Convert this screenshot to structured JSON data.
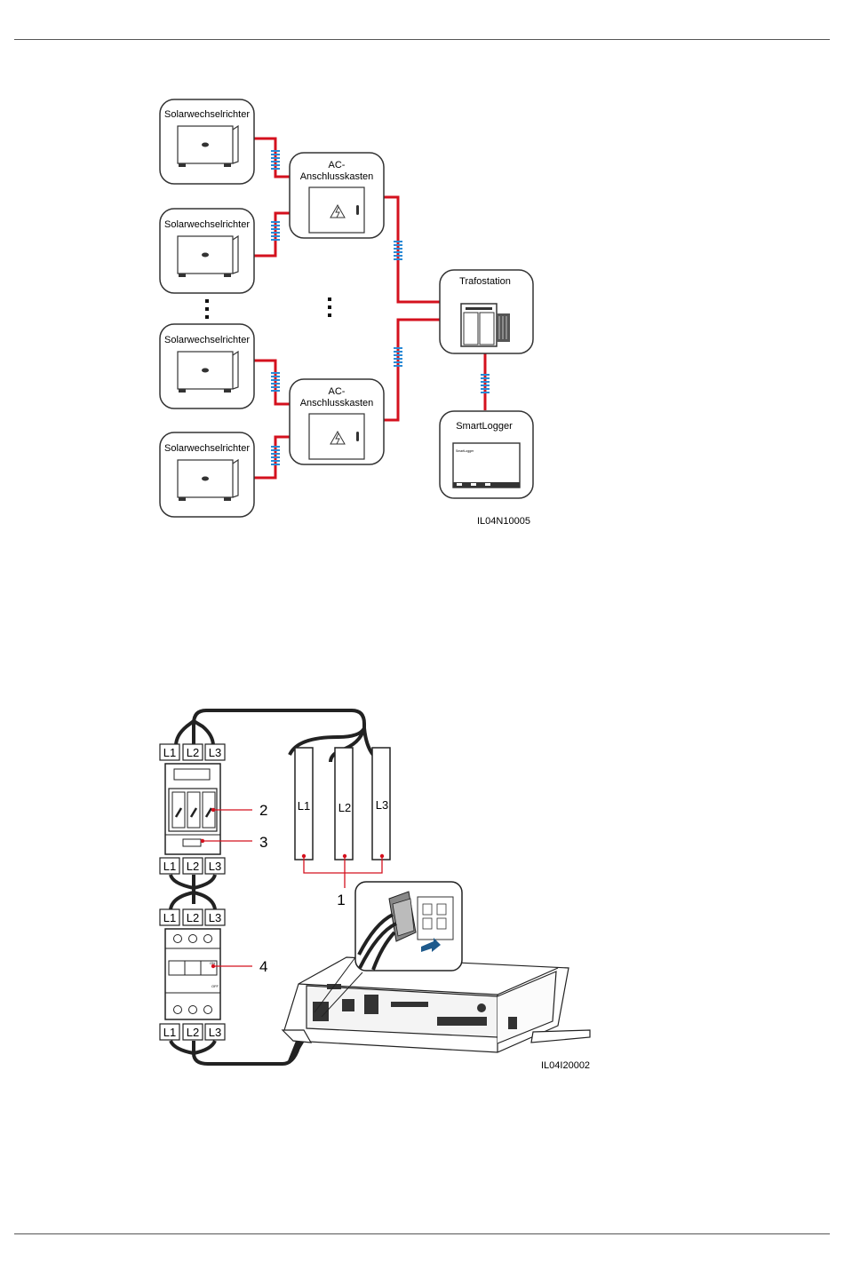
{
  "figure1": {
    "inverter_label": "Solarwechselrichter",
    "ac_box_label_line1": "AC-",
    "ac_box_label_line2": "Anschlusskasten",
    "transformer_label": "Trafostation",
    "smartlogger_label": "SmartLogger",
    "smartlogger_screen_text": "SmartLogger",
    "figure_id": "IL04N10005",
    "colors": {
      "power_cable": "#d4111e",
      "coil": "#2a8ad6",
      "box_border": "#333333"
    }
  },
  "figure2": {
    "phase_labels": [
      "L1",
      "L2",
      "L3"
    ],
    "callouts": [
      "1",
      "2",
      "3",
      "4"
    ],
    "breaker_on_text": "ON",
    "breaker_off_text": "OFF",
    "figure_id": "IL04I20002",
    "colors": {
      "callout_line": "#d4111e",
      "cable": "#222222"
    }
  }
}
